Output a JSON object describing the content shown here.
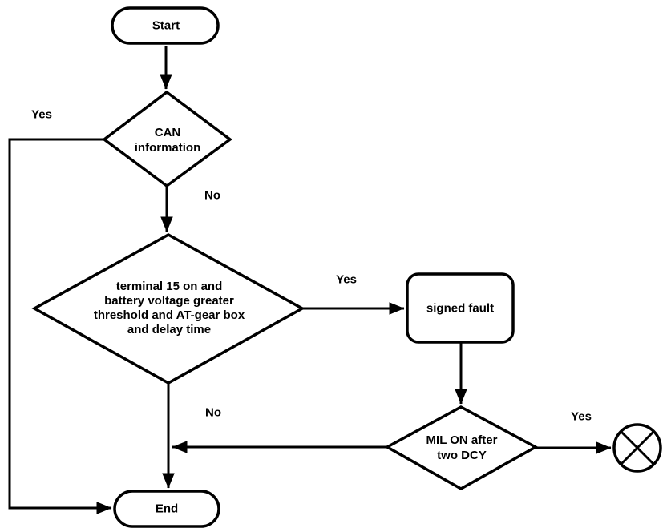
{
  "diagram": {
    "type": "flowchart",
    "colors": {
      "stroke": "#000000",
      "fill": "#ffffff",
      "text": "#000000",
      "background": "#ffffff"
    },
    "nodes": {
      "start": {
        "type": "terminator",
        "label": "Start"
      },
      "can_decision": {
        "type": "decision",
        "lines": [
          "CAN",
          "information"
        ]
      },
      "terminal_decision": {
        "type": "decision",
        "lines": [
          "terminal 15 on and",
          "battery voltage greater",
          "threshold and AT-gear box",
          "and delay time"
        ]
      },
      "signed_fault": {
        "type": "process",
        "label": "signed fault"
      },
      "mil_decision": {
        "type": "decision",
        "lines": [
          "MIL ON after",
          "two DCY"
        ]
      },
      "end": {
        "type": "terminator",
        "label": "End"
      },
      "connector": {
        "type": "junction",
        "icon": "circle-x-connector-icon"
      }
    },
    "edge_labels": {
      "can_yes": "Yes",
      "can_no": "No",
      "terminal_yes": "Yes",
      "terminal_no": "No",
      "mil_yes": "Yes"
    }
  }
}
